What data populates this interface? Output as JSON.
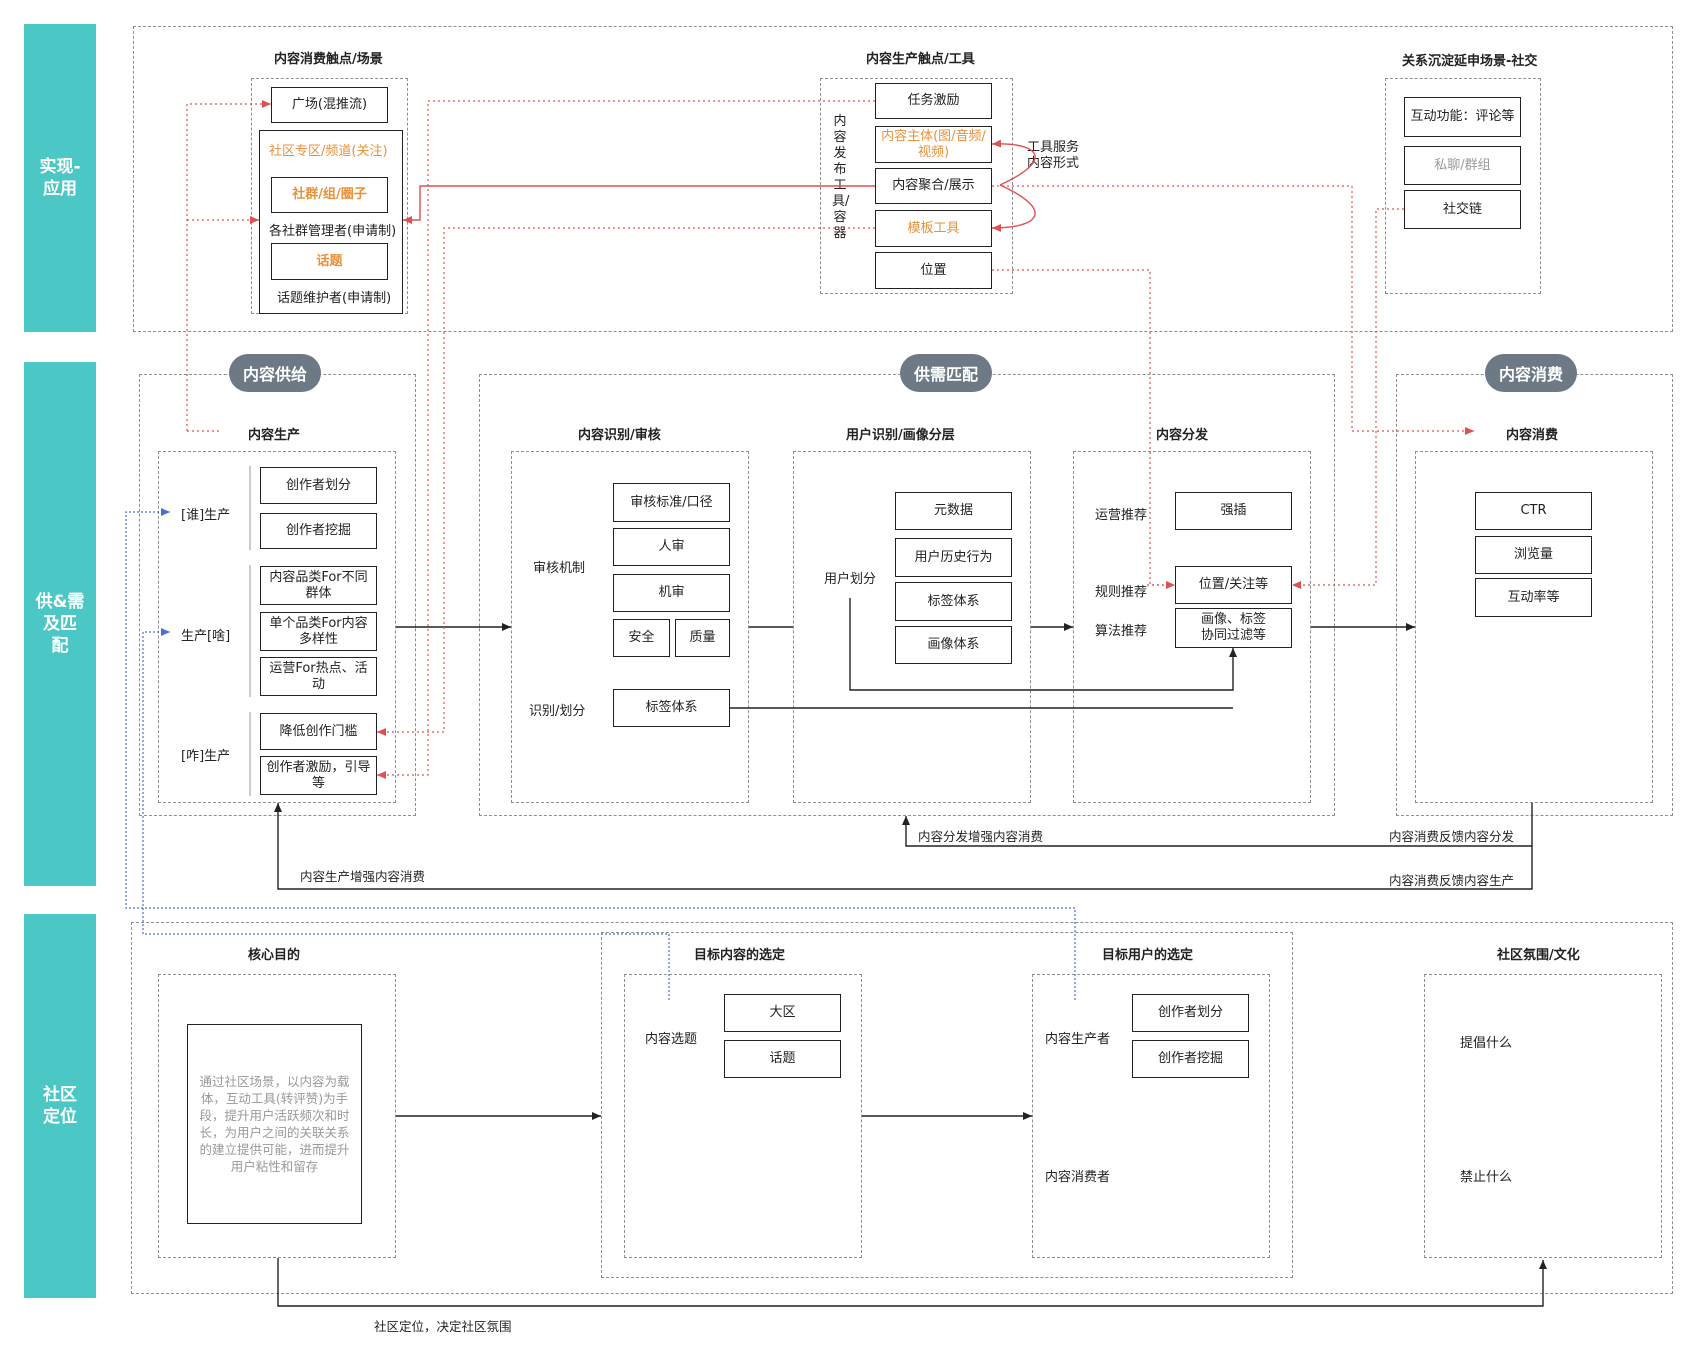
{
  "bands": {
    "top": "实现-\n应用",
    "middle": "供&需\n及匹\n配",
    "bottom": "社区\n定位"
  },
  "top_section": {
    "consume_title": "内容消费触点/场景",
    "square": "广场(混推流)",
    "community": "社区专区/频道(关注)",
    "groups": "社群/组/圈子",
    "group_admin": "各社群管理者(申请制)",
    "topics": "话题",
    "topic_admin": "话题维护者(申请制)",
    "produce_title": "内容生产触点/工具",
    "publish_vertical": "内容发布工具/容器",
    "task_incentive": "任务激励",
    "content_subject": "内容主体(图/音频/视频)",
    "aggregation": "内容聚合/展示",
    "templates": "模板工具",
    "location": "位置",
    "tool_service": "工具服务\n内容形式",
    "social_title": "关系沉淀延申场景-社交",
    "interaction": "互动功能：评论等",
    "private_chat": "私聊/群组",
    "social_chain": "社交链"
  },
  "middle_section": {
    "supply_pill": "内容供给",
    "match_pill": "供需匹配",
    "consume_pill": "内容消费",
    "production_title": "内容生产",
    "who_label": "[谁]生产",
    "what_label": "生产[啥]",
    "how_label": "[咋]生产",
    "creator_division": "创作者划分",
    "creator_mining": "创作者挖掘",
    "category_groups": "内容品类For不同群体",
    "single_category": "单个品类For内容多样性",
    "operations_hot": "运营For热点、活动",
    "lower_threshold": "降低创作门槛",
    "creator_incentive": "创作者激励，引导等",
    "review_title": "内容识别/审核",
    "review_mechanism": "审核机制",
    "review_standard": "审核标准/口径",
    "human_review": "人审",
    "machine_review": "机审",
    "safety": "安全",
    "quality": "质量",
    "identify_label": "识别/划分",
    "tag_system": "标签体系",
    "user_title": "用户识别/画像分层",
    "user_division": "用户划分",
    "metadata": "元数据",
    "history": "用户历史行为",
    "tag_system2": "标签体系",
    "portrait_system": "画像体系",
    "dist_title": "内容分发",
    "ops_recommend": "运营推荐",
    "rule_recommend": "规则推荐",
    "algo_recommend": "算法推荐",
    "force_insert": "强插",
    "location_follow": "位置/关注等",
    "portrait_filter": "画像、标签\n协同过滤等",
    "consume_title": "内容消费",
    "ctr": "CTR",
    "views": "浏览量",
    "interaction_rate": "互动率等",
    "dist_enhance": "内容分发增强内容消费",
    "feedback_dist": "内容消费反馈内容分发",
    "produce_enhance": "内容生产增强内容消费",
    "feedback_produce": "内容消费反馈内容生产"
  },
  "bottom_section": {
    "core_title": "核心目的",
    "core_text": "通过社区场景，以内容为载体，互动工具(转评赞)为手段，提升用户活跃频次和时长，为用户之间的关联关系的建立提供可能，进而提升用户粘性和留存",
    "target_content_title": "目标内容的选定",
    "content_topic": "内容选题",
    "big_zone": "大区",
    "topic": "话题",
    "target_user_title": "目标用户的选定",
    "producer": "内容生产者",
    "consumer": "内容消费者",
    "creator_division": "创作者划分",
    "creator_mining": "创作者挖掘",
    "culture_title": "社区氛围/文化",
    "promote": "提倡什么",
    "forbid": "禁止什么",
    "positioning": "社区定位，决定社区氛围"
  },
  "colors": {
    "band": "#4bc8c6",
    "pill": "#6d7a86",
    "orange_text": "#e8913a",
    "red_connector": "#e05050",
    "blue_connector": "#4a6fd8"
  }
}
